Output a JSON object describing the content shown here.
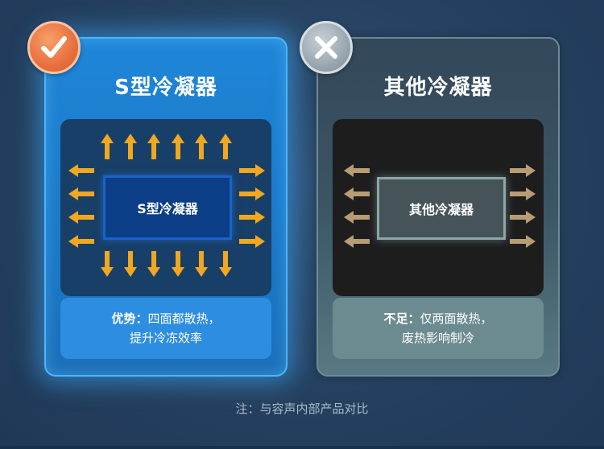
{
  "left_card": {
    "title": "S型冷凝器",
    "core_label": "S型冷凝器",
    "caption_prefix": "优势：",
    "caption_line1": "四面都散热，",
    "caption_line2": "提升冷冻效率",
    "badge_icon": "check-icon",
    "arrow_color": "#f2a81e"
  },
  "right_card": {
    "title": "其他冷凝器",
    "core_label": "其他冷凝器",
    "caption_prefix": "不足：",
    "caption_line1": "仅两面散热，",
    "caption_line2": "废热影响制冷",
    "badge_icon": "cross-icon",
    "arrow_color": "#b89c74"
  },
  "footnote": "注：与容声内部产品对比"
}
